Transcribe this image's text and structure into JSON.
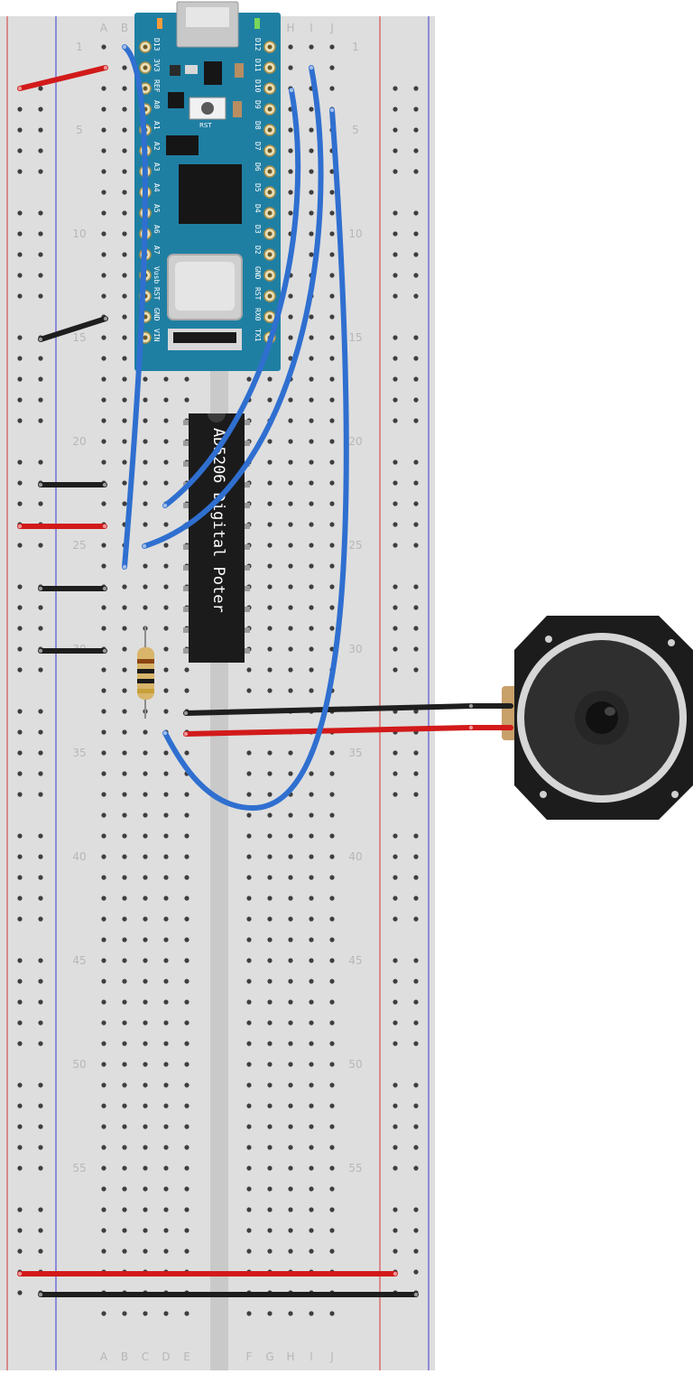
{
  "breadboard": {
    "columns_top": [
      "A",
      "B",
      "C",
      "D",
      "E",
      "F",
      "G",
      "H",
      "I",
      "J"
    ],
    "columns_bottom": [
      "A",
      "B",
      "C",
      "D",
      "E",
      "F",
      "G",
      "H",
      "I",
      "J"
    ],
    "row_labels": [
      "1",
      "5",
      "10",
      "15",
      "20",
      "25",
      "30",
      "35",
      "40",
      "45",
      "50",
      "55"
    ],
    "row_count": 62,
    "colors": {
      "board": "#dedede",
      "hole": "#3e3e3e",
      "rail_red": "#d33535",
      "rail_blue": "#3b3bd0",
      "label": "#b7b7b7"
    }
  },
  "arduino": {
    "board_color": "#1f7fa3",
    "left_pins": [
      "D13",
      "3V3",
      "REF",
      "A0",
      "A1",
      "A2",
      "A3",
      "A4",
      "A5",
      "A6",
      "A7",
      "Vusb",
      "RST",
      "GND",
      "VIN"
    ],
    "right_pins": [
      "D12",
      "D11",
      "D10",
      "D9",
      "D8",
      "D7",
      "D6",
      "D5",
      "D4",
      "D3",
      "D2",
      "GND",
      "RST",
      "RX0",
      "TX1"
    ],
    "button_label": "RST",
    "icons": [
      "usb-connector-icon",
      "reset-button-icon",
      "microcontroller-icon"
    ]
  },
  "chip": {
    "label": "AD5206 Digital Poter",
    "color": "#1b1b1b"
  },
  "speaker": {
    "icons": [
      "speaker-icon"
    ],
    "colors": {
      "frame": "#1c1c1c",
      "cone": "#2f2f2f",
      "surround": "#d6d6d6"
    }
  },
  "wires": {
    "colors": {
      "signal": "#2f6fd0",
      "power": "#d21a1a",
      "ground": "#1e1e1e"
    }
  },
  "resistor": {
    "icons": [
      "resistor-icon"
    ],
    "colors": {
      "body": "#d8b56a"
    }
  }
}
